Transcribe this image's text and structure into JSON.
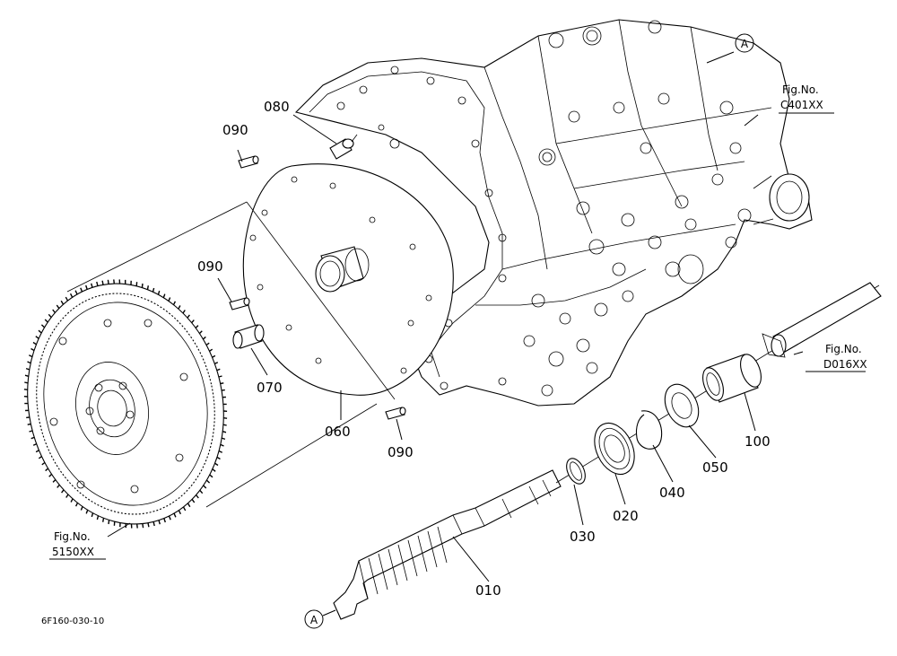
{
  "diagram_code": "6F160-030-10",
  "marker": "A",
  "parts": {
    "p010": "010",
    "p020": "020",
    "p030": "030",
    "p040": "040",
    "p050": "050",
    "p060": "060",
    "p070": "070",
    "p080": "080",
    "p090": "090",
    "p100": "100"
  },
  "fig_refs": {
    "flywheel": {
      "prefix": "Fig.No.",
      "code": "5150XX"
    },
    "housing": {
      "prefix": "Fig.No.",
      "code": "C401XX"
    },
    "shaft": {
      "prefix": "Fig.No.",
      "code": "D016XX"
    }
  }
}
